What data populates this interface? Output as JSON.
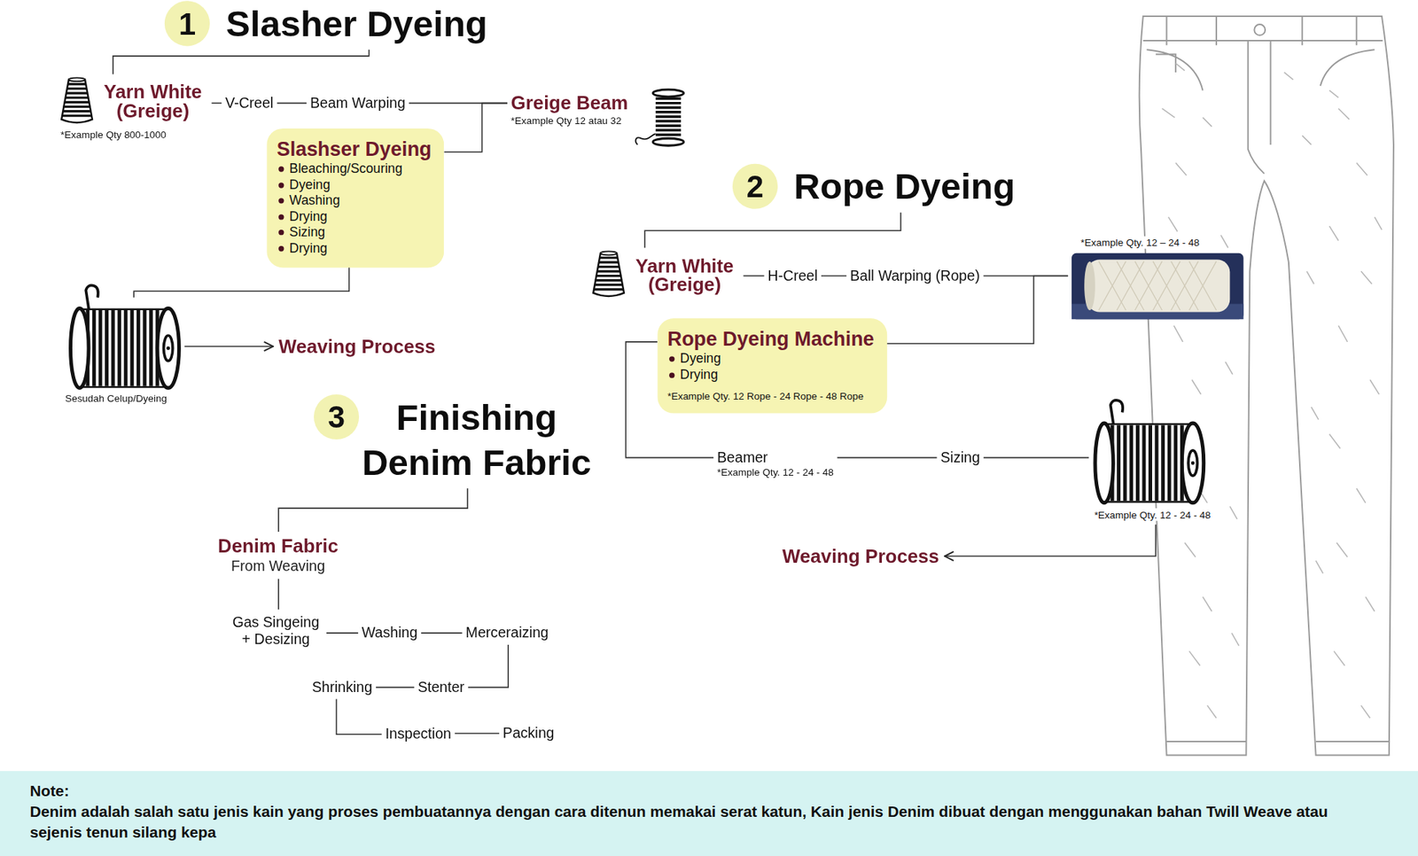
{
  "diagram": {
    "nodes": [
      {
        "text": [
          "1",
          "Slasher Dyeing"
        ]
      },
      {
        "text": [
          "Yarn White (Greige)",
          "*Example Qty 800-1000"
        ]
      },
      {
        "text": [
          "V-Creel"
        ]
      },
      {
        "text": [
          "Beam Warping"
        ]
      },
      {
        "text": [
          "Greige Beam",
          "*Example Qty 12 atau 32"
        ]
      },
      {
        "text": [
          "Slashser Dyeing",
          "Bleaching/Scouring",
          "Dyeing",
          "Washing",
          "Drying",
          "Sizing",
          "Drying"
        ]
      },
      {
        "text": [
          "Sesudah Celup/Dyeing"
        ]
      },
      {
        "text": [
          "Weaving Process"
        ]
      },
      {
        "text": [
          "2",
          "Rope Dyeing"
        ]
      },
      {
        "text": [
          "Yarn White (Greige)"
        ]
      },
      {
        "text": [
          "H-Creel"
        ]
      },
      {
        "text": [
          "Ball Warping (Rope)"
        ]
      },
      {
        "text": [
          "*Example Qty. 12 – 24 - 48"
        ]
      },
      {
        "text": [
          "Rope Dyeing Machine",
          "Dyeing",
          "Drying",
          "*Example Qty. 12 Rope - 24 Rope - 48 Rope"
        ]
      },
      {
        "text": [
          "Beamer",
          "*Example Qty. 12 - 24 - 48"
        ]
      },
      {
        "text": [
          "Sizing"
        ]
      },
      {
        "text": [
          "*Example Qty. 12 - 24 - 48"
        ]
      },
      {
        "text": [
          "Weaving Process"
        ]
      },
      {
        "text": [
          "3",
          "Finishing Denim Fabric"
        ]
      },
      {
        "text": [
          "Denim Fabric",
          "From Weaving"
        ]
      },
      {
        "text": [
          "Gas Singeing + Desizing"
        ]
      },
      {
        "text": [
          "Washing"
        ]
      },
      {
        "text": [
          "Merceraizing"
        ]
      },
      {
        "text": [
          "Shrinking"
        ]
      },
      {
        "text": [
          "Stenter"
        ]
      },
      {
        "text": [
          "Inspection"
        ]
      },
      {
        "text": [
          "Packing"
        ]
      },
      {
        "text": [
          "Note:",
          "Denim adalah salah satu jenis kain yang proses pembuatannya dengan cara ditenun memakai serat katun, Kain jenis Denim dibuat dengan menggunakan bahan Twill Weave atau sejenis tenun silang kepa"
        ]
      }
    ],
    "edges": [
      {
        "from": 0,
        "to": 1,
        "arrow": "none"
      },
      {
        "from": 1,
        "to": 2,
        "arrow": "none"
      },
      {
        "from": 2,
        "to": 3,
        "arrow": "none"
      },
      {
        "from": 3,
        "to": 4,
        "arrow": "none"
      },
      {
        "from": 4,
        "to": 5,
        "arrow": "none"
      },
      {
        "from": 5,
        "to": 6,
        "arrow": "none"
      },
      {
        "from": 6,
        "to": 7,
        "arrow": "to"
      },
      {
        "from": 8,
        "to": 9,
        "arrow": "none"
      },
      {
        "from": 9,
        "to": 10,
        "arrow": "none"
      },
      {
        "from": 10,
        "to": 11,
        "arrow": "none"
      },
      {
        "from": 11,
        "to": 12,
        "arrow": "none"
      },
      {
        "from": 12,
        "to": 13,
        "arrow": "none"
      },
      {
        "from": 13,
        "to": 14,
        "arrow": "none"
      },
      {
        "from": 14,
        "to": 15,
        "arrow": "none"
      },
      {
        "from": 15,
        "to": 16,
        "arrow": "none"
      },
      {
        "from": 16,
        "to": 17,
        "arrow": "to"
      },
      {
        "from": 18,
        "to": 19,
        "arrow": "none"
      },
      {
        "from": 19,
        "to": 20,
        "arrow": "none"
      },
      {
        "from": 20,
        "to": 21,
        "arrow": "none"
      },
      {
        "from": 21,
        "to": 22,
        "arrow": "none"
      },
      {
        "from": 22,
        "to": 24,
        "arrow": "none"
      },
      {
        "from": 24,
        "to": 23,
        "arrow": "none"
      },
      {
        "from": 23,
        "to": 25,
        "arrow": "none"
      },
      {
        "from": 25,
        "to": 26,
        "arrow": "none"
      }
    ]
  }
}
